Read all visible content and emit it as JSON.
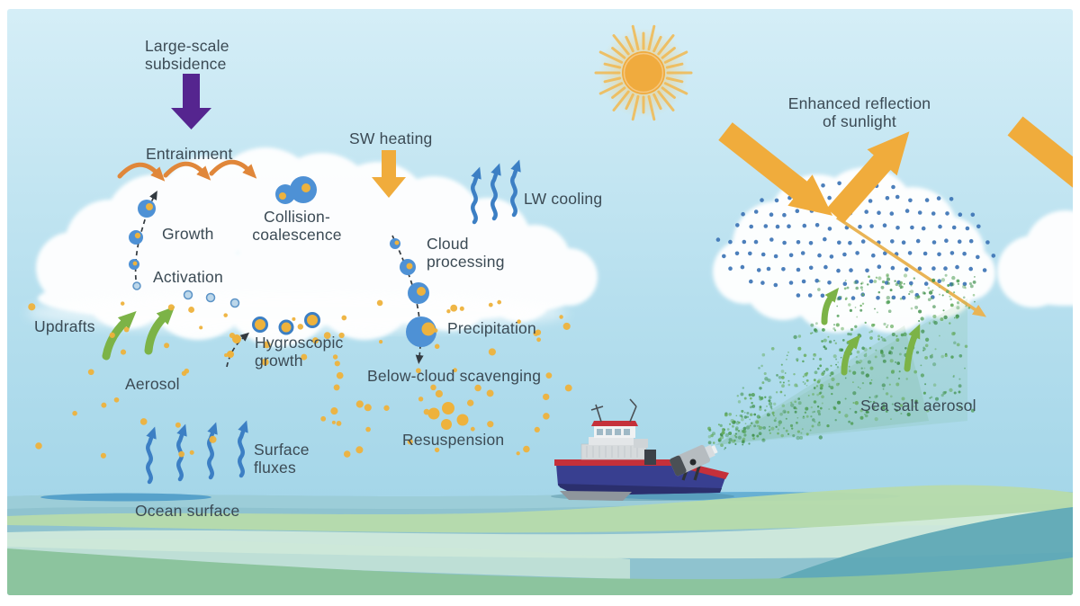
{
  "labels": {
    "large_scale_1": "Large-scale",
    "large_scale_2": "subsidence",
    "entrainment": "Entrainment",
    "growth": "Growth",
    "activation": "Activation",
    "collision_1": "Collision-",
    "collision_2": "coalescence",
    "sw_heating": "SW heating",
    "lw_cooling": "LW cooling",
    "cloud_processing_1": "Cloud",
    "cloud_processing_2": "processing",
    "precipitation": "Precipitation",
    "below_cloud_scavenging": "Below-cloud scavenging",
    "updrafts": "Updrafts",
    "aerosol": "Aerosol",
    "hygroscopic_1": "Hygroscopic",
    "hygroscopic_2": "growth",
    "surface_fluxes_1": "Surface",
    "surface_fluxes_2": "fluxes",
    "ocean_surface": "Ocean surface",
    "resuspension": "Resuspension",
    "enhanced_reflection_1": "Enhanced reflection",
    "enhanced_reflection_2": "of sunlight",
    "sea_salt_aerosol": "Sea salt aerosol"
  },
  "palette": {
    "text": "#3b4a54",
    "purple": "#55258f",
    "orange": "#e0873a",
    "yellow": "#f0ac3c",
    "yellow_thin": "#e9b455",
    "blue_arrow": "#3c7fc4",
    "green_arrow": "#7cb347",
    "droplet": "#4e91d5",
    "droplet_core": "#edb23e",
    "aerosol": "#eeb23c",
    "cloud_dot": "#3d74b5",
    "sun": "#f0ab3e",
    "sun_ray": "#f2b950",
    "sky_top": "#d5eef7",
    "sky_bottom": "#9cd2e6",
    "sea_base": "#8fc3cf",
    "ship_hull": "#383f90",
    "ship_stripe": "#c5303a",
    "mist": [
      "#4f9e55",
      "#68ad5f",
      "#3f8f4b"
    ]
  }
}
